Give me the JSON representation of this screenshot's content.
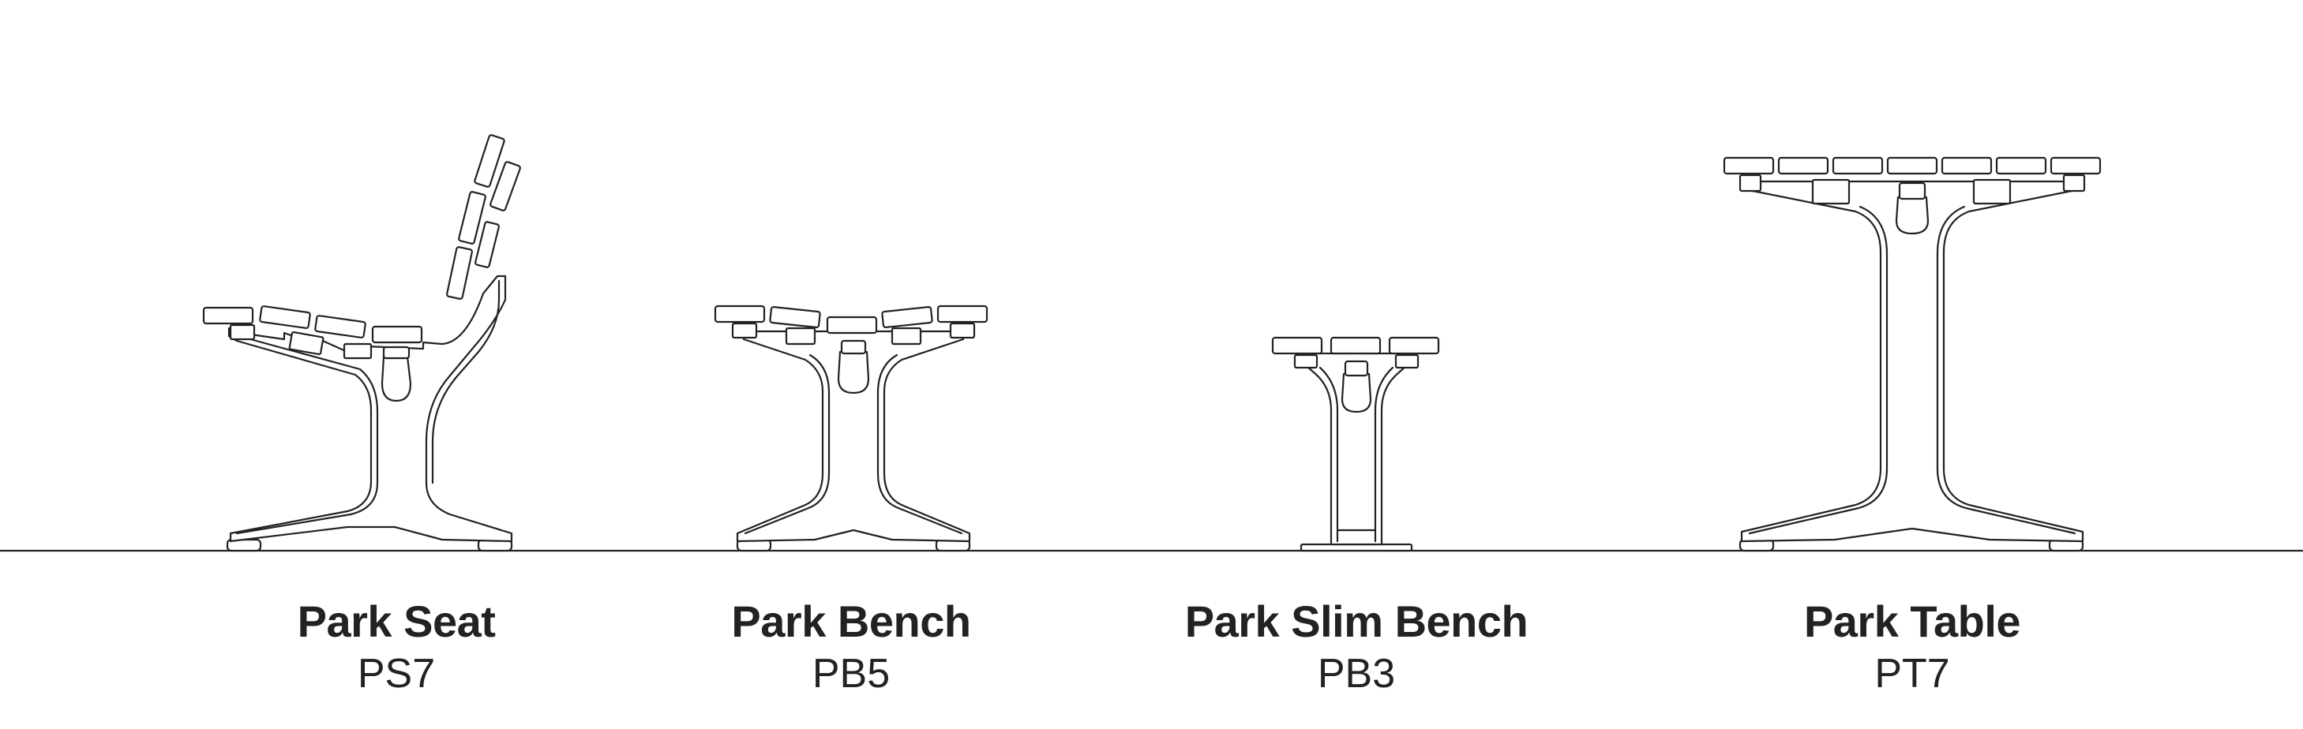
{
  "products": [
    {
      "name": "Park Seat",
      "code": "PS7"
    },
    {
      "name": "Park Bench",
      "code": "PB5"
    },
    {
      "name": "Park Slim Bench",
      "code": "PB3"
    },
    {
      "name": "Park Table",
      "code": "PT7"
    }
  ],
  "colors": {
    "line": "#222222",
    "background": "#ffffff"
  }
}
